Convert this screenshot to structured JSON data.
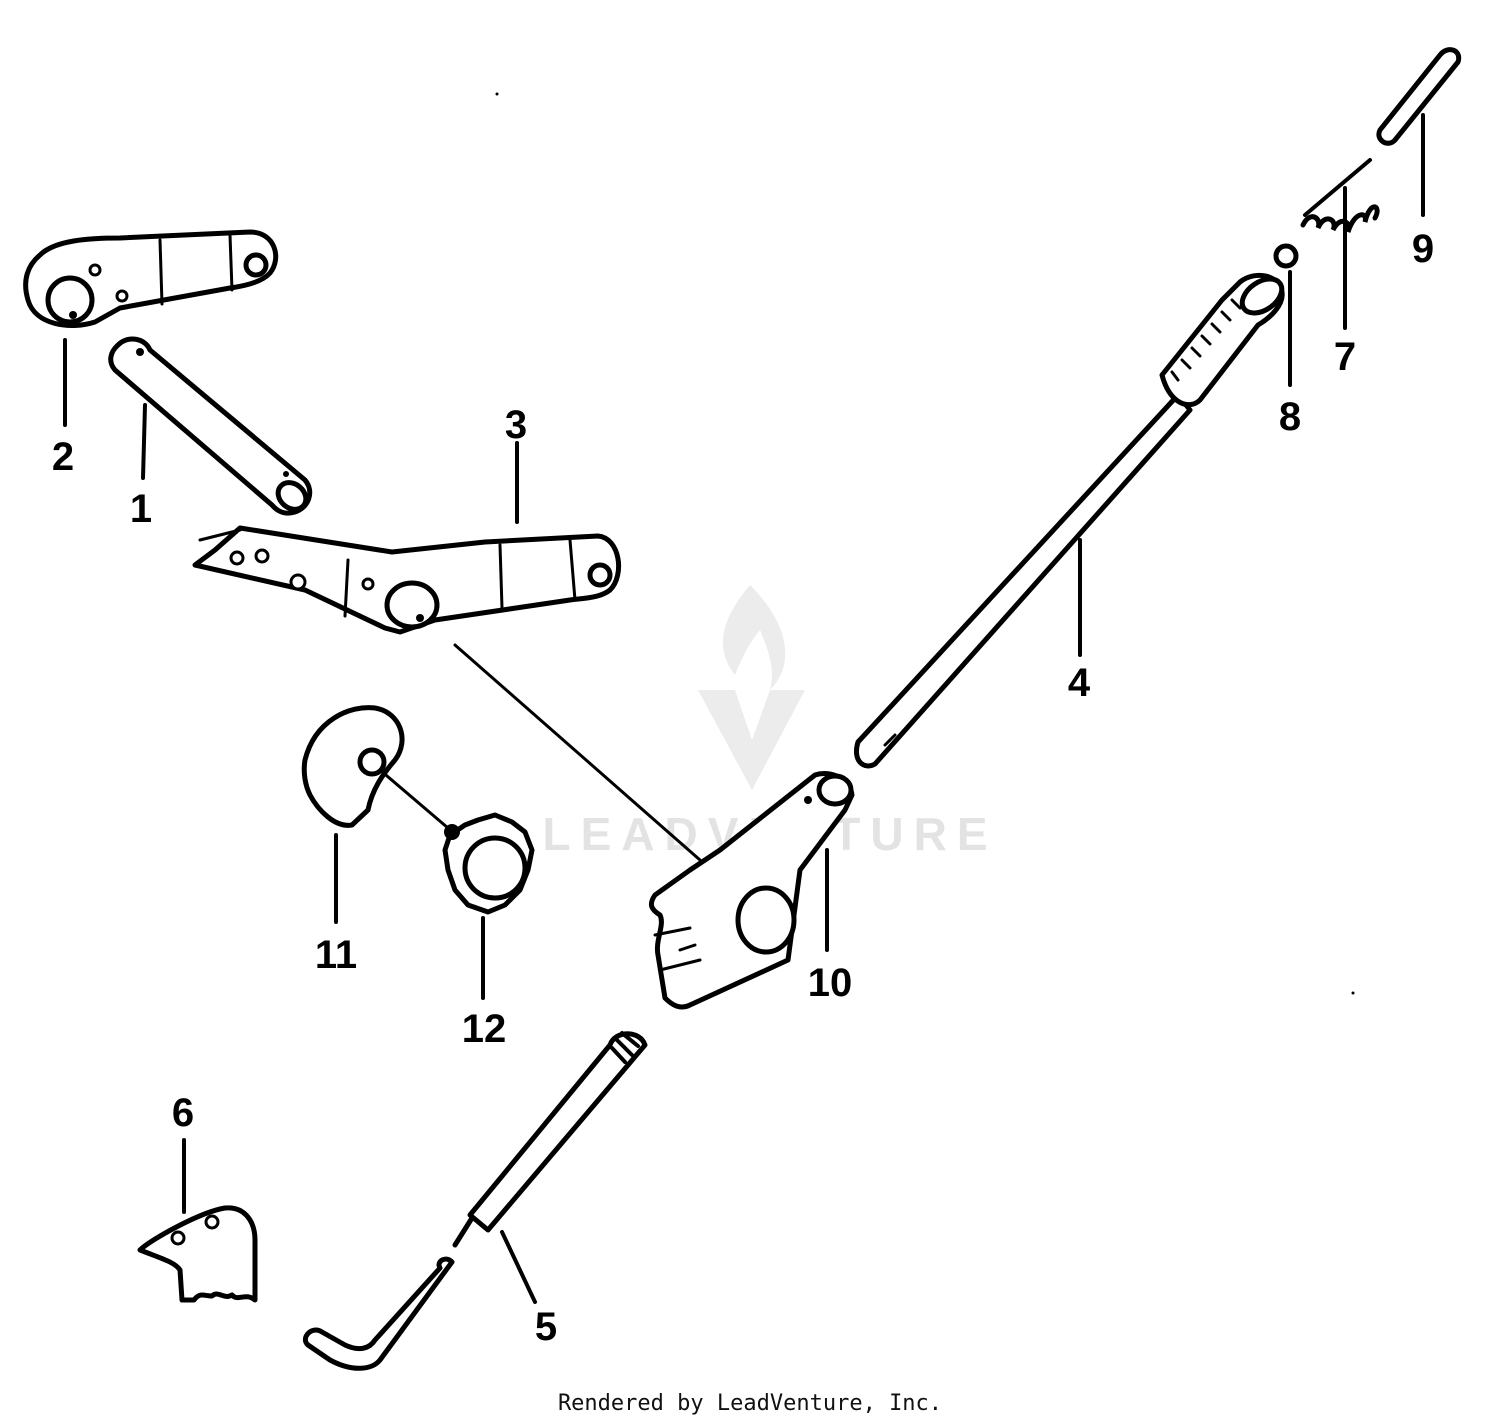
{
  "watermark": {
    "text": "LEADVENTURE"
  },
  "callouts": {
    "c1": "1",
    "c2": "2",
    "c3": "3",
    "c4": "4",
    "c5": "5",
    "c6": "6",
    "c7": "7",
    "c8": "8",
    "c9": "9",
    "c10": "10",
    "c11": "11",
    "c12": "12"
  },
  "footer": {
    "text": "Rendered by LeadVenture, Inc."
  }
}
